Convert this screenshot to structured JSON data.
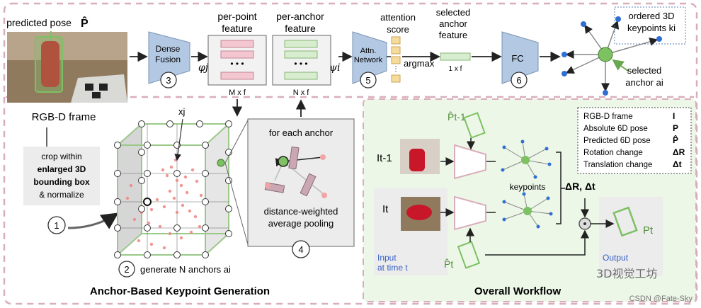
{
  "labels": {
    "predicted_pose": "predicted pose",
    "predicted_pose_sym": "P̂",
    "rgbd_frame": "RGB-D frame",
    "dense_fusion": [
      "Dense",
      "Fusion"
    ],
    "per_point_feature": [
      "per-point",
      "feature"
    ],
    "per_anchor_feature": [
      "per-anchor",
      "feature"
    ],
    "phi": "φj",
    "psi": "ψi",
    "mxf": "M x f",
    "nxf": "N x f",
    "attn_network": [
      "Attn.",
      "Network"
    ],
    "attention_score": [
      "attention",
      "score"
    ],
    "argmax": "argmax",
    "selected_anchor_feature": [
      "selected",
      "anchor",
      "feature"
    ],
    "one_x_f": "1 x f",
    "fc": "FC",
    "ordered_keypoints": [
      "ordered 3D",
      "keypoints ki"
    ],
    "selected_anchor": [
      "selected",
      "anchor ai"
    ],
    "crop_text": [
      "crop within",
      "enlarged 3D",
      "bounding box",
      "& normalize"
    ],
    "xj": "xj",
    "generate_anchors": "generate N anchors ai",
    "for_each_anchor": "for each anchor",
    "pooling": [
      "distance-weighted",
      "average pooling"
    ],
    "anchor_based_title": "Anchor-Based Keypoint Generation",
    "overall_workflow": "Overall Workflow",
    "it_1": "It-1",
    "it": "It",
    "keypoints": "keypoints",
    "delta_r_t": "ΔR, Δt",
    "pt_1": "P̂t-1",
    "pt_hat": "P̂t",
    "pt_out": "Pt",
    "input_time": [
      "Input",
      "at time t"
    ],
    "output": "Output",
    "watermark_cn": "3D视觉工坊",
    "watermark_csdn": "CSDN @Fate-Sky"
  },
  "steps": [
    "1",
    "2",
    "3",
    "4",
    "5",
    "6"
  ],
  "legend": [
    {
      "name": "RGB-D frame",
      "sym": "I"
    },
    {
      "name": "Absolute 6D pose",
      "sym": "P"
    },
    {
      "name": "Predicted 6D pose",
      "sym": "P̂"
    },
    {
      "name": "Rotation change",
      "sym": "ΔR"
    },
    {
      "name": "Translation change",
      "sym": "Δt"
    }
  ],
  "colors": {
    "border_pink": "#d8aebb",
    "trapezoid_blue": "#b3c9e3",
    "pink_bar": "#f3c6d0",
    "green_bar": "#d8edd0",
    "green_pose": "#7dc163",
    "workflow_bg": "#edf7e8",
    "gray_panel": "#ececec",
    "keypoint_blue": "#2f6fd4",
    "attn_orange": "#f6dc9c"
  }
}
